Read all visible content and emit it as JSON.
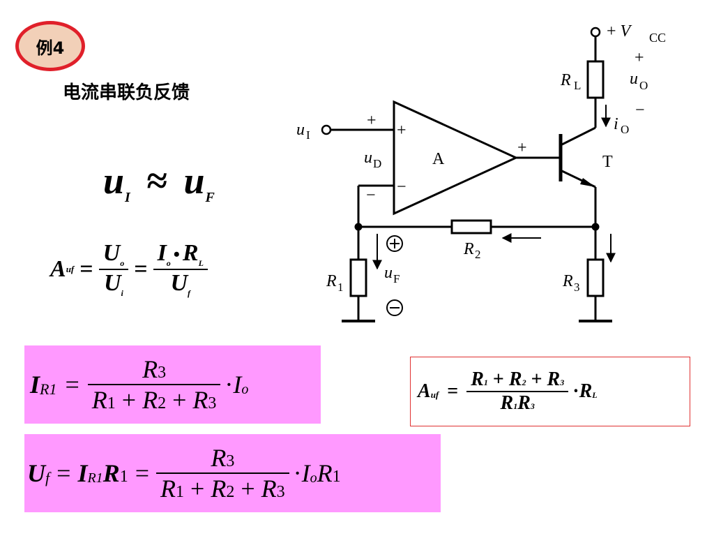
{
  "badge": {
    "label": "例4"
  },
  "title": "电流串联负反馈",
  "approx": {
    "lhs": "u",
    "lhs_sub": "I",
    "sym": "≈",
    "rhs": "u",
    "rhs_sub": "F"
  },
  "gain_eq": {
    "A": "A",
    "A_sub": "uf",
    "eq": "=",
    "f1_num": "U",
    "f1_num_sub": "o",
    "f1_den": "U",
    "f1_den_sub": "i",
    "f2_num_I": "I",
    "f2_num_I_sub": "o",
    "dot": "•",
    "f2_num_R": "R",
    "f2_num_R_sub": "L",
    "f2_den": "U",
    "f2_den_sub": "f"
  },
  "box1": {
    "lhs": "I",
    "lhs_sub": "R1",
    "eq": "=",
    "num": "R",
    "num_sub": "3",
    "den": [
      "R",
      "1",
      " + ",
      "R",
      "2",
      " + ",
      "R",
      "3"
    ],
    "tail": "· ",
    "tail_I": "I",
    "tail_sub": "o"
  },
  "box2": {
    "lhs": "U",
    "lhs_sub": "f",
    "eq1": "=",
    "mid_I": "I",
    "mid_I_sub": "R1",
    "mid_R": "R",
    "mid_R_sub": "1",
    "eq2": "=",
    "num": "R",
    "num_sub": "3",
    "den": [
      "R",
      "1",
      " + ",
      "R",
      "2",
      " + ",
      "R",
      "3"
    ],
    "tail": "· ",
    "tail_I": "I",
    "tail_I_sub": "o",
    "tail_R": "R",
    "tail_R_sub": "1"
  },
  "box3": {
    "lhs": "A",
    "lhs_sub": "uf",
    "eq": "=",
    "num": [
      "R",
      "1",
      " + ",
      "R",
      "2",
      " + ",
      "R",
      "3"
    ],
    "den": [
      "R",
      "1",
      "R",
      "3"
    ],
    "tail": "· ",
    "tail_R": "R",
    "tail_R_sub": "L"
  },
  "circuit": {
    "vcc": "+ V",
    "vcc_sub": "CC",
    "rl": "R",
    "rl_sub": "L",
    "uo_plus": "+",
    "uo": "u",
    "uo_sub": "O",
    "uo_minus": "−",
    "io": "i",
    "io_sub": "O",
    "t": "T",
    "ui": "u",
    "ui_sub": "I",
    "ud": "u",
    "ud_sub": "D",
    "amp": "A",
    "in_plus": "+",
    "in_plus2": "+",
    "in_minus": "−",
    "in_minus2": "−",
    "out_plus": "+",
    "r2": "R",
    "r2_sub": "2",
    "r1": "R",
    "r1_sub": "1",
    "r3": "R",
    "r3_sub": "3",
    "uf": "u",
    "uf_sub": "F",
    "fb_plus": "+",
    "fb_minus": "−"
  }
}
